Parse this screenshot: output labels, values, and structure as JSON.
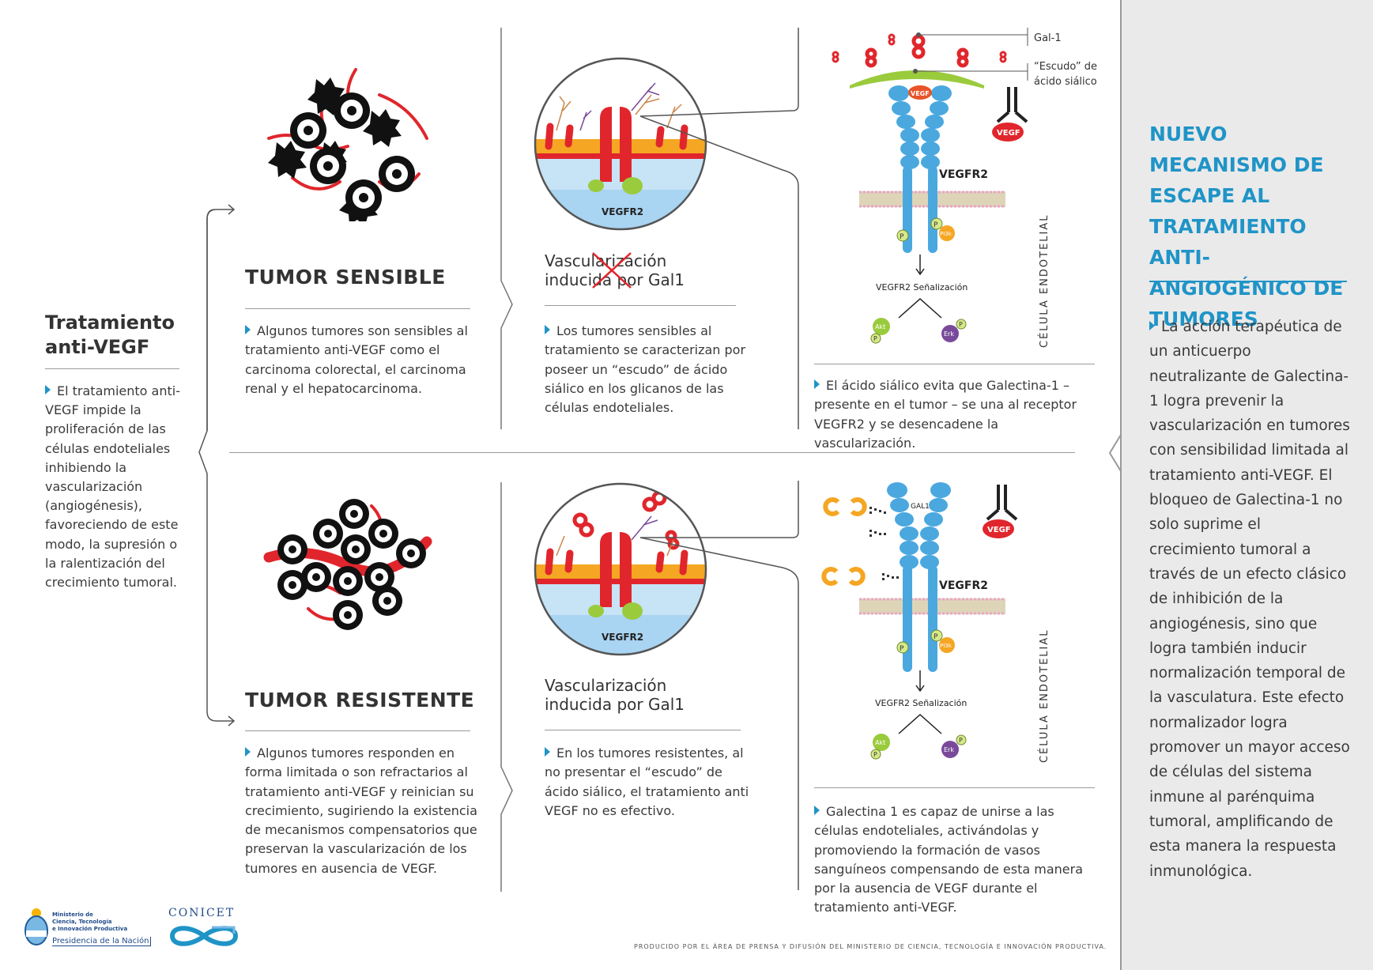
{
  "left": {
    "title": "Tratamiento anti-VEGF",
    "text": "El tratamiento anti-VEGF impide la proliferación de las células endoteliales inhibiendo la vascularización (angiogénesis), favoreciendo  de este modo, la supresión o la ralentización del crecimiento tumoral."
  },
  "top": {
    "tumor_title": "TUMOR SENSIBLE",
    "tumor_text": "Algunos tumores son sensibles al tratamiento anti-VEGF como el carcinoma colorectal, el carcinoma renal y el hepatocarcinoma.",
    "vasc_title_1": "Vascularización",
    "vasc_title_2": "inducida por Gal1",
    "vasc_text": "Los tumores sensibles al tratamiento se caracterizan por poseer un “escudo” de ácido siálico en los glicanos de las células endoteliales.",
    "receptor_text": "El ácido siálico evita que Galectina-1 –presente en el tumor – se una al receptor VEGFR2 y se desencadene la vascularización.",
    "label_gal1": "Gal-1",
    "label_escudo_1": "“Escudo” de",
    "label_escudo_2": "ácido siálico"
  },
  "bottom": {
    "tumor_title": "TUMOR RESISTENTE",
    "tumor_text": "Algunos tumores responden en forma limitada o son refractarios al tratamiento anti-VEGF y reinician su crecimiento, sugiriendo la existencia de mecanismos compensatorios que preservan la vascularización de los tumores en ausencia de VEGF.",
    "vasc_title_1": "Vascularización",
    "vasc_title_2": "inducida por Gal1",
    "vasc_text": "En los tumores resistentes, al no presentar el “escudo” de ácido siálico, el tratamiento anti VEGF no es efectivo.",
    "receptor_text": "Galectina 1 es capaz de unirse a las células endoteliales, activándolas y promoviendo la formación de vasos sanguíneos compensando de esta manera por la ausencia de VEGF durante el tratamiento anti-VEGF.",
    "label_gal1": "GAL1"
  },
  "diagram": {
    "vegfr2": "VEGFR2",
    "vegf": "VEGF",
    "signal": "VEGFR2 Señalización",
    "cell": "CÉLULA ENDOTELIAL",
    "p": "P",
    "pi3k": "PI3k",
    "akt": "Akt",
    "erk": "Erk"
  },
  "side": {
    "title": "NUEVO MECANISMO DE ESCAPE AL TRATAMIENTO ANTI-ANGIOGÉNICO DE TUMORES",
    "text": "La acción terapéutica de un anticuerpo neutralizante de Galectina-1 logra prevenir la vascularización en tumores con sensibilidad limitada al tratamiento anti-VEGF. El bloqueo de Galectina-1 no solo suprime el crecimiento tumoral a través de un efecto clásico de inhibición de la angiogénesis, sino que logra también inducir normalización temporal de la vasculatura. Este efecto normalizador logra promover un mayor acceso de células del sistema inmune al parénquima tumoral, amplificando de esta manera la respuesta inmunológica."
  },
  "logos": {
    "ministerio_1": "Ministerio de",
    "ministerio_2": "Ciencia, Tecnología",
    "ministerio_3": "e Innovación Productiva",
    "presidencia": "Presidencia de la Nación",
    "conicet": "CONICET"
  },
  "footer": "PRODUCIDO POR EL ÁREA DE PRENSA Y DIFUSIÓN DEL MINISTERIO DE CIENCIA, TECNOLOGÍA E INNOVACIÓN PRODUCTIVA.",
  "colors": {
    "accent": "#1f94c7",
    "red": "#e0262c",
    "receptor": "#4aa8df",
    "orange": "#f5a623",
    "green": "#9acb3c",
    "purple": "#7a4a9a"
  }
}
